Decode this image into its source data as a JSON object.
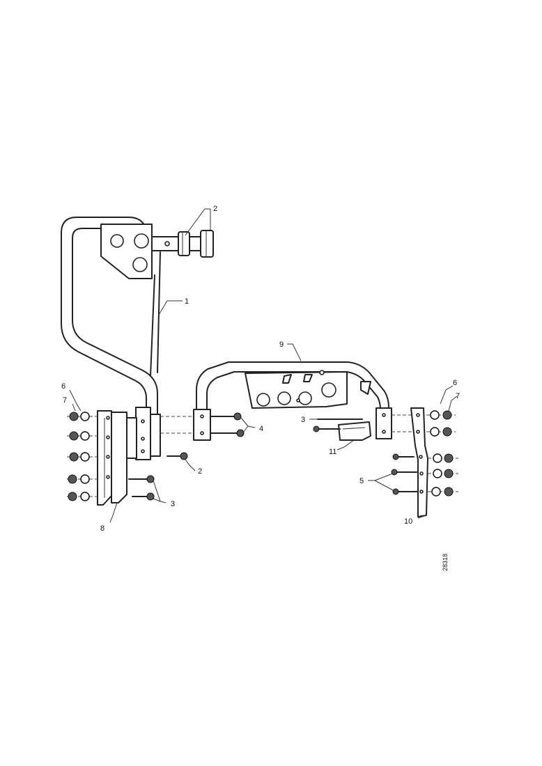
{
  "callouts": {
    "c2_top": "2",
    "c1": "1",
    "c9": "9",
    "c6_left": "6",
    "c7_left": "7",
    "c2_mid": "2",
    "c3_left": "3",
    "c8": "8",
    "c4": "4",
    "c3_right": "3",
    "c11": "11",
    "c6_right": "6",
    "c7_right": "7",
    "c5": "5",
    "c10": "10"
  },
  "reference_number": "28318"
}
